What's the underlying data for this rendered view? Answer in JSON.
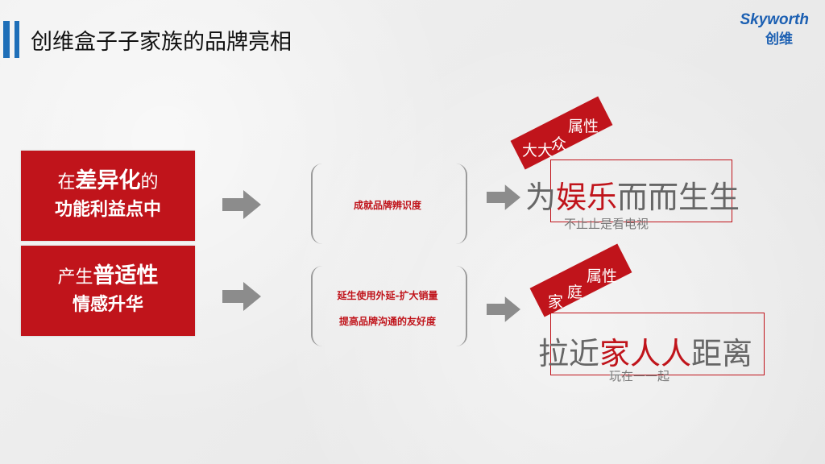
{
  "header": {
    "title": "创维盒子子家族的品牌亮相",
    "logo_en": "Skyworth",
    "logo_cn": "创维"
  },
  "left": {
    "box1": {
      "prefix": "在",
      "highlight": "差异化",
      "suffix": "的",
      "line2": "功能利益点中"
    },
    "box2": {
      "prefix": "产生",
      "highlight": "普适性",
      "line2": "情感升华"
    }
  },
  "middle": {
    "bracket1_line1": "成就品牌辨识度",
    "bracket2_line1": "延生使用外延-扩大销量",
    "bracket2_line2": "提高品牌沟通的友好度"
  },
  "right": {
    "tag1_a": "大大",
    "tag1_b": "众",
    "tag1_c": "属性",
    "slogan1_pre": "为",
    "slogan1_hl": "娱乐",
    "slogan1_post": "而而生生",
    "sub1": "不止止是看电视",
    "tag2_a": "家",
    "tag2_b": "庭",
    "tag2_c": "属性",
    "slogan2_pre": "拉近",
    "slogan2_hl1": "家人",
    "slogan2_hl2": "人",
    "slogan2_post": "距离",
    "sub2": "玩在一一起"
  },
  "colors": {
    "accent_red": "#c0141b",
    "accent_blue": "#1f6fb8"
  }
}
